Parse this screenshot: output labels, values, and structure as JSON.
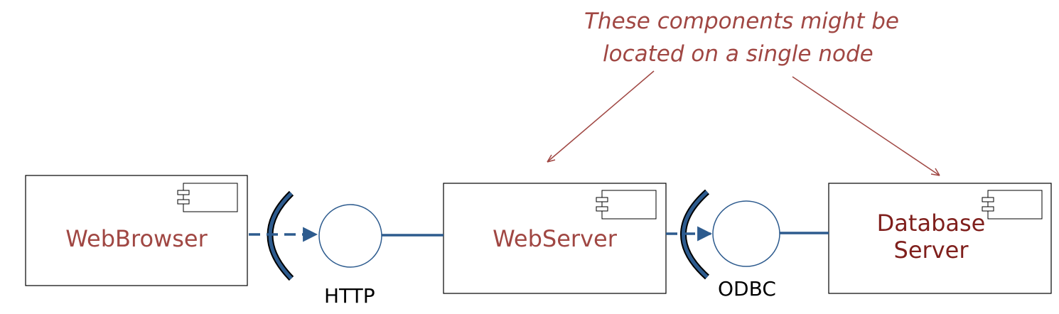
{
  "note": {
    "line1": "These components might be",
    "line2": "located on a single node"
  },
  "components": {
    "browser": "WebBrowser",
    "webserver": "WebServer",
    "db_line1": "Database",
    "db_line2": "Server"
  },
  "interfaces": {
    "http": "HTTP",
    "odbc": "ODBC"
  },
  "colors": {
    "note": "#a04743",
    "component_label": "#a04743",
    "db_label": "#7f1f1c",
    "connector": "#2d5b8e",
    "annotation_arrow": "#a04743"
  },
  "icons": {
    "component": "uml-component-icon"
  }
}
